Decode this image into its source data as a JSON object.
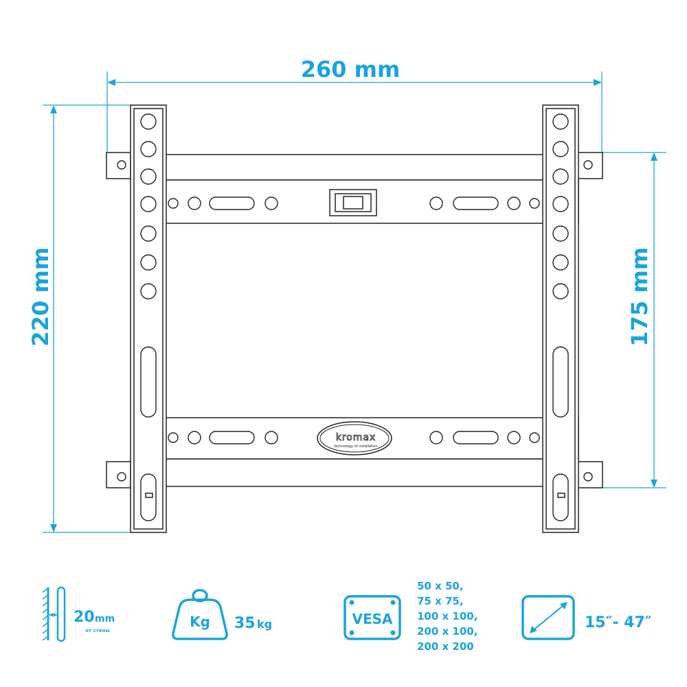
{
  "dimensions": {
    "width_label": "260 mm",
    "height_label": "220 mm",
    "hole_spacing_label": "175 mm"
  },
  "logo": {
    "brand": "kromax",
    "tagline": "technology of installation"
  },
  "specs": {
    "wall_distance_value": "20",
    "wall_distance_unit": "mm",
    "wall_distance_note": "от стены",
    "weight_icon_label": "Kg",
    "weight_value": "35",
    "weight_unit": "kg",
    "vesa_icon_label": "VESA",
    "vesa_sizes": [
      "50 x 50,",
      "75 x 75,",
      "100 x 100,",
      "200 x 100,",
      "200 x 200"
    ],
    "screen_size": "15″- 47″"
  },
  "colors": {
    "accent": "#1ba4dc",
    "outline": "#222222"
  }
}
